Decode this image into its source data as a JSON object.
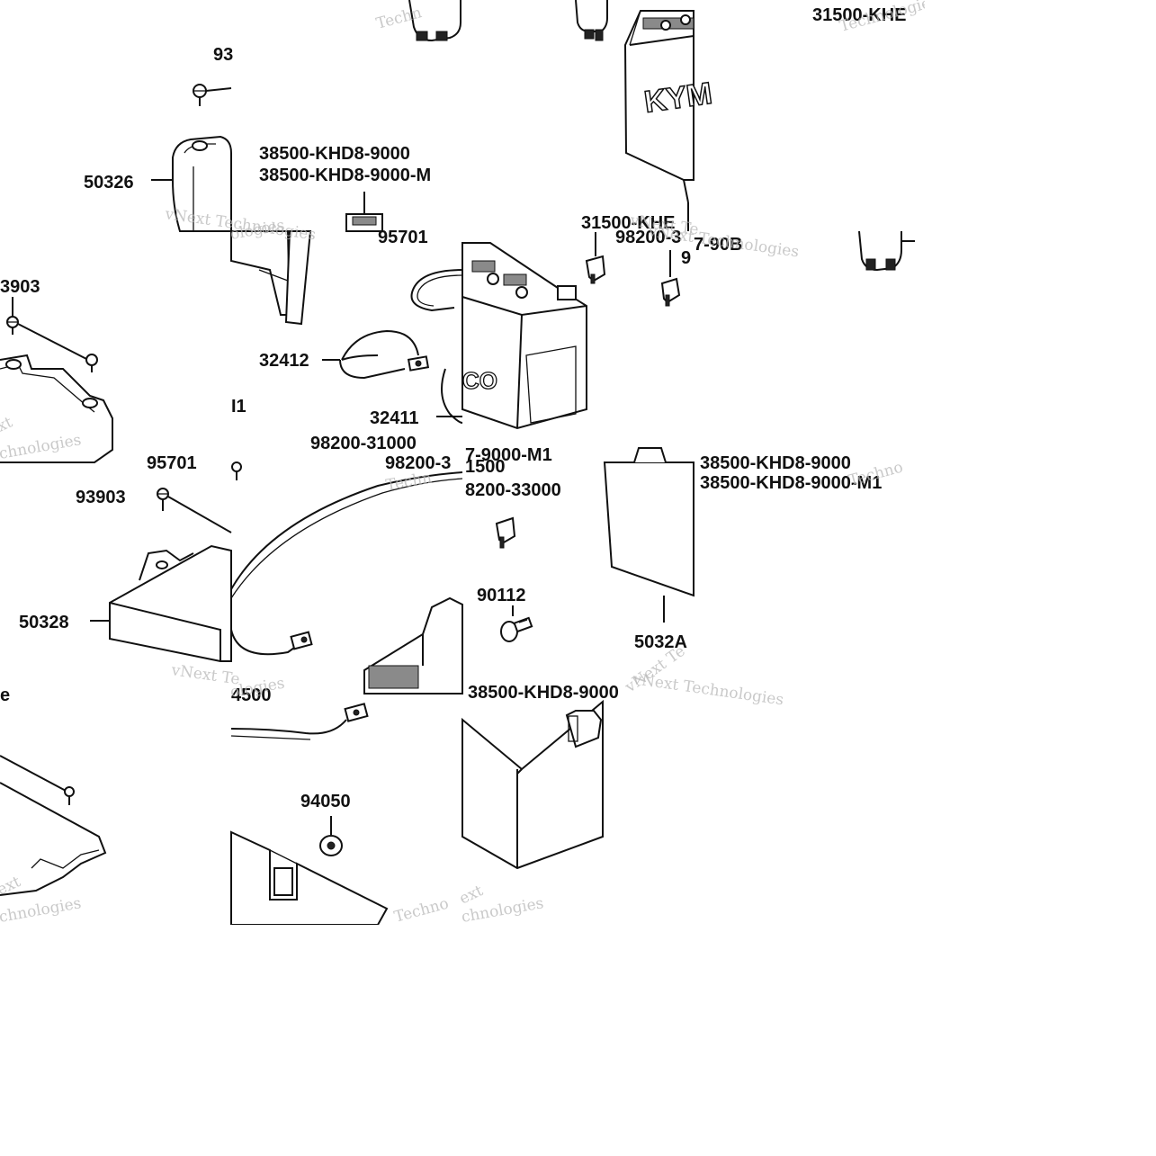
{
  "parts": {
    "p01": "93",
    "p02": "50326",
    "p03": "38500-KHD8-9000",
    "p04": "38500-KHD8-9000-M",
    "p05": "95701",
    "p06": "31500-KHE",
    "p07": "31500-KHE",
    "p08": "98200-3",
    "p09": "7-90B",
    "p10": "9",
    "p11": "3903",
    "p12": "32412",
    "p13": "I1",
    "p14": "32411",
    "p15": "98200-31000",
    "p16": "98200-3",
    "p17": "95701",
    "p18": "7-9000-M1",
    "p19": "1500",
    "p20": "8200-33000",
    "p21": "38500-KHD8-9000",
    "p22": "38500-KHD8-9000-M1",
    "p23": "93903",
    "p24": "50328",
    "p25": "90112",
    "p26": "5032A",
    "p27": "e",
    "p28": "4500",
    "p29": "38500-KHD8-9000",
    "p30": "94050"
  },
  "watermarks": {
    "w1": "vNext Technologies",
    "w2": "Techn",
    "w3": "vNext Te",
    "w4": "ologies",
    "w5": "Technologies",
    "w6": "vNext Technologies",
    "w7": "xt",
    "w8": "chnologies",
    "w9": "vNext Te",
    "w10": "ologies",
    "w11": "Techn",
    "w12": "vNext Technologies",
    "w13": "ext",
    "w14": "chnologies",
    "w15": "ext",
    "w16": "chnologies",
    "w17": "Techno",
    "w18": "Techno",
    "w19": "vNext Te"
  },
  "battery_marks": {
    "brand_a": "KYM",
    "brand_b": "CO"
  }
}
